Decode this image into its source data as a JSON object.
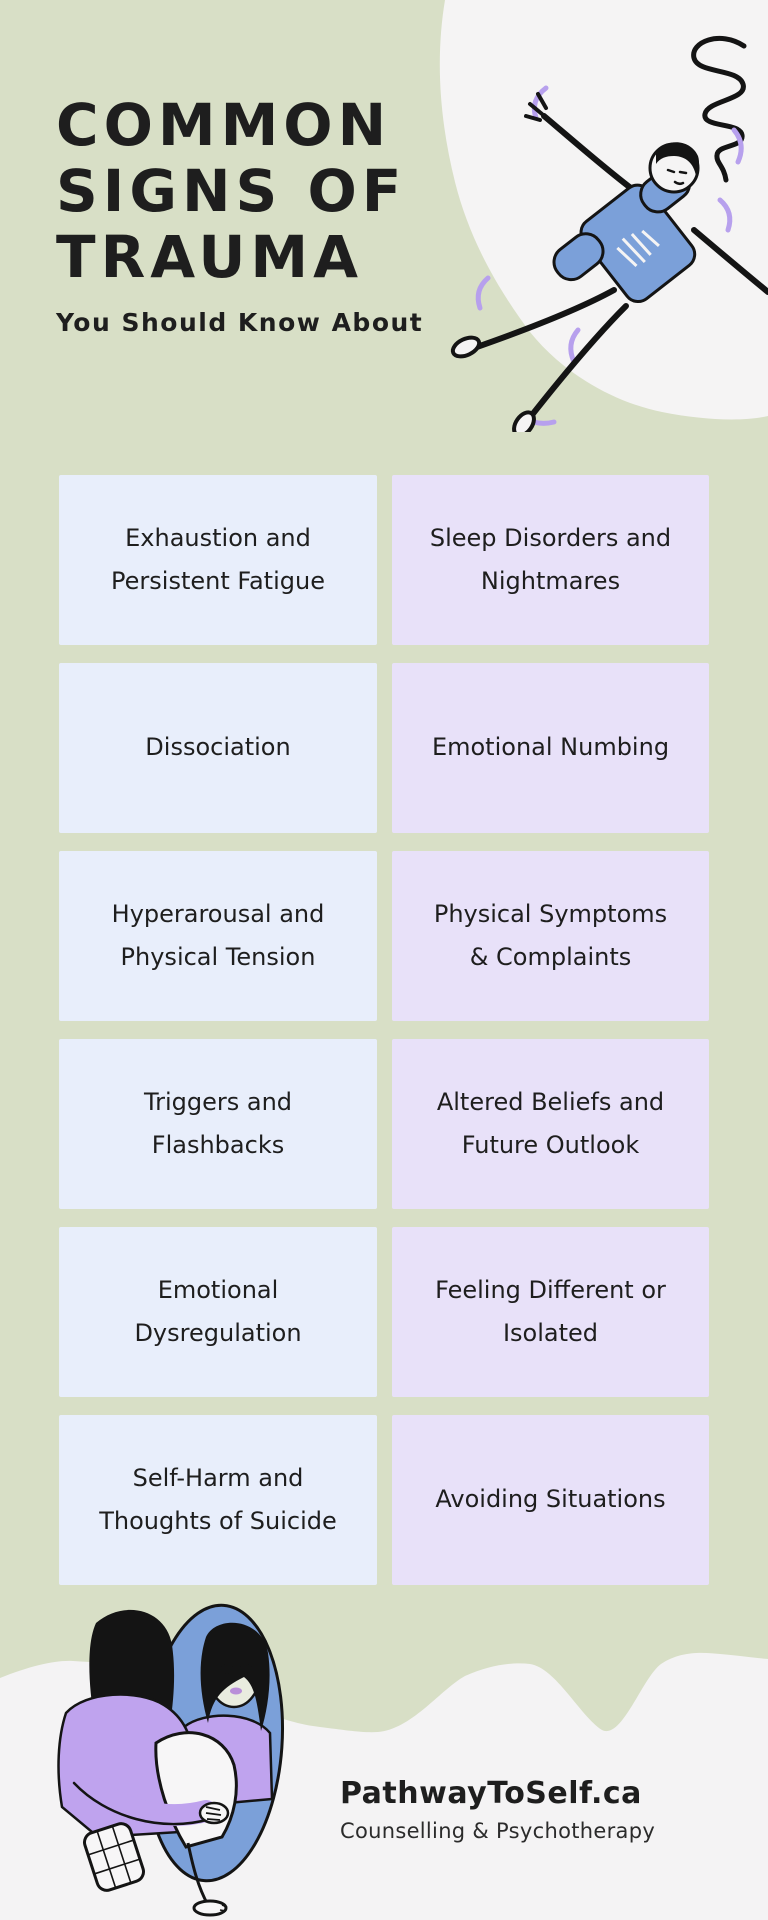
{
  "page": {
    "title_lines": [
      "COMMON",
      "SIGNS OF",
      "TRAUMA"
    ],
    "subtitle": "You Should Know About"
  },
  "cards": [
    {
      "label": "Exhaustion and\nPersistent Fatigue",
      "variant": "blue"
    },
    {
      "label": "Sleep Disorders and\nNightmares",
      "variant": "lavender"
    },
    {
      "label": "Dissociation",
      "variant": "blue"
    },
    {
      "label": "Emotional Numbing",
      "variant": "lavender"
    },
    {
      "label": "Hyperarousal and\nPhysical Tension",
      "variant": "blue"
    },
    {
      "label": "Physical Symptoms\n& Complaints",
      "variant": "lavender"
    },
    {
      "label": "Triggers and\nFlashbacks",
      "variant": "blue"
    },
    {
      "label": "Altered Beliefs and\nFuture Outlook",
      "variant": "lavender"
    },
    {
      "label": "Emotional\nDysregulation",
      "variant": "blue"
    },
    {
      "label": "Feeling Different or\nIsolated",
      "variant": "lavender"
    },
    {
      "label": "Self-Harm and\nThoughts of Suicide",
      "variant": "blue"
    },
    {
      "label": "Avoiding Situations",
      "variant": "lavender"
    }
  ],
  "footer": {
    "brand": "PathwayToSelf.ca",
    "tagline": "Counselling & Psychotherapy"
  },
  "illustrations": {
    "top_right": "person-lying-spread-eagle-doodle",
    "top_right_extra": "spiral-scribble",
    "bottom_left": "woman-looking-into-mirror-doodle"
  },
  "colors": {
    "background": "#d8dfc6",
    "card_blue": "#e8eefb",
    "card_lavender": "#e8e1f9",
    "text": "#1e1e1e",
    "white_shape": "#f5f4f4",
    "shirt_blue": "#7ba0d9",
    "mirror_blue": "#7ba0d9",
    "accent_purple": "#b7a0ed",
    "sweater_purple": "#bfa3ee"
  }
}
